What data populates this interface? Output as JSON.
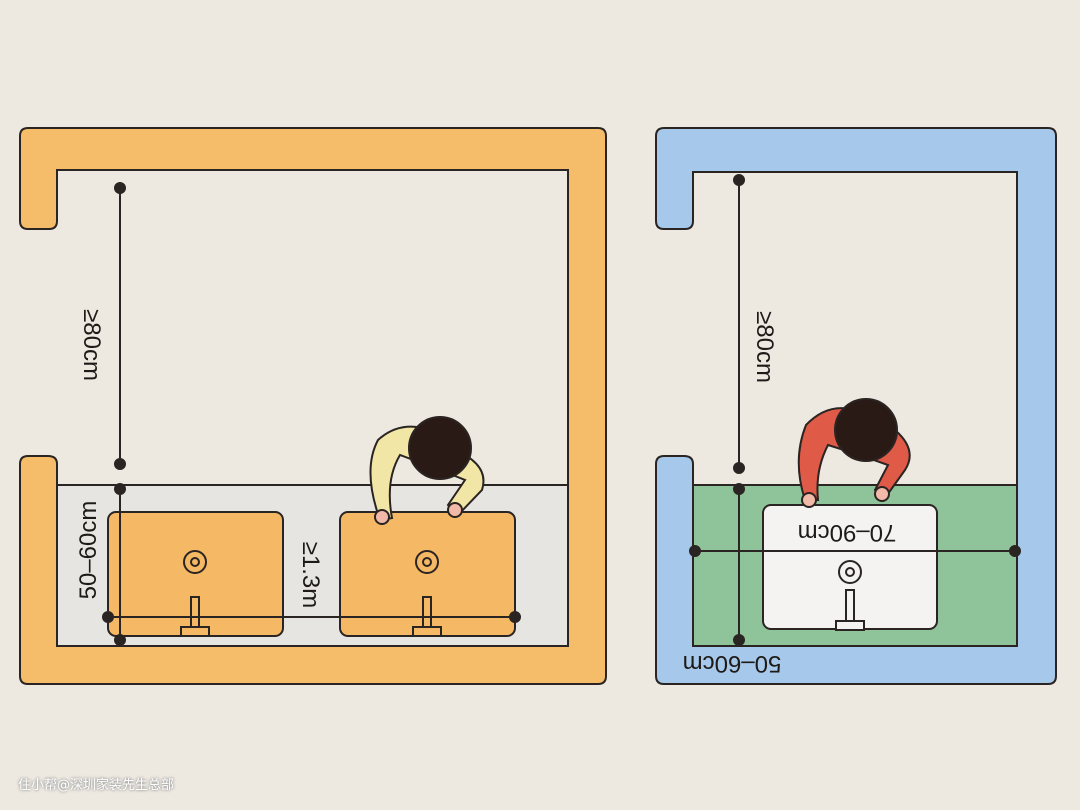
{
  "colors": {
    "background": "#ede8e0",
    "left_wall": "#f5bd6a",
    "right_wall": "#a6c8ea",
    "counter_left": "#e7e5e2",
    "counter_right": "#8fc49a",
    "sink_left": "#f5b865",
    "sink_right": "#f4f3f1",
    "line": "#2a2422"
  },
  "left_room": {
    "clearance_label": "≥80cm",
    "counter_depth_label": "50–60cm",
    "double_sink_width_label": "≥1.3m"
  },
  "right_room": {
    "clearance_label": "≥80cm",
    "sink_width_label": "70–90cm",
    "counter_depth_label": "50–60cm"
  },
  "watermark": "住小帮@深圳家装先生总部"
}
